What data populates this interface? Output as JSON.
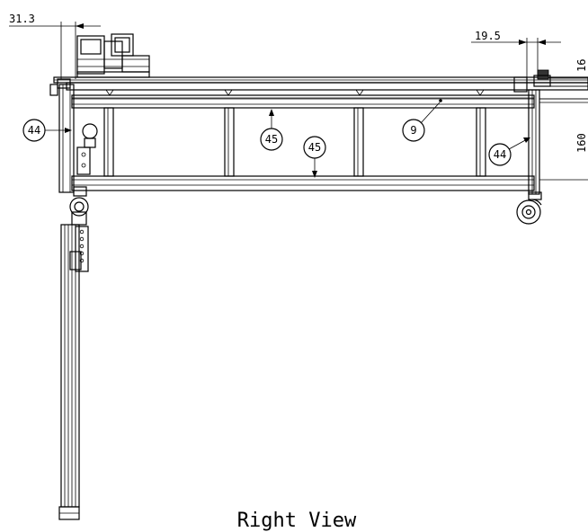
{
  "dimensions": {
    "top_left": "31.3",
    "top_right": "19.5",
    "right_top": "16",
    "right_height": "160"
  },
  "balloons": {
    "left_side": "44",
    "top_beam": "45",
    "bottom_beam": "45",
    "rod": "9",
    "right_side": "44"
  },
  "view_title": "Right View"
}
